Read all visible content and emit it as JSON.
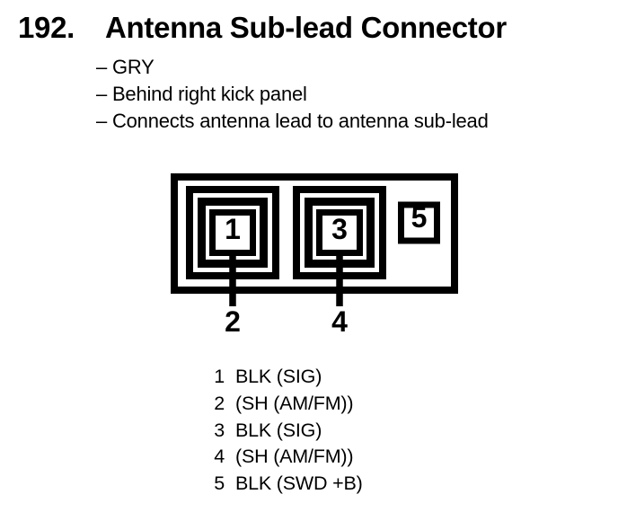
{
  "colors": {
    "ink": "#000000",
    "paper": "#ffffff"
  },
  "header": {
    "number": "192.",
    "title": "Antenna Sub-lead Connector"
  },
  "notes": [
    "– GRY",
    "– Behind right kick panel",
    "– Connects antenna lead to antenna sub-lead"
  ],
  "diagram": {
    "cavity_1_label": "1",
    "cavity_3_label": "3",
    "cavity_5_label": "5",
    "lead_2_label": "2",
    "lead_4_label": "4"
  },
  "pin_list": [
    {
      "pin": "1",
      "desc": "BLK (SIG)"
    },
    {
      "pin": "2",
      "desc": "(SH (AM/FM))"
    },
    {
      "pin": "3",
      "desc": "BLK (SIG)"
    },
    {
      "pin": "4",
      "desc": "(SH (AM/FM))"
    },
    {
      "pin": "5",
      "desc": "BLK (SWD +B)"
    }
  ]
}
